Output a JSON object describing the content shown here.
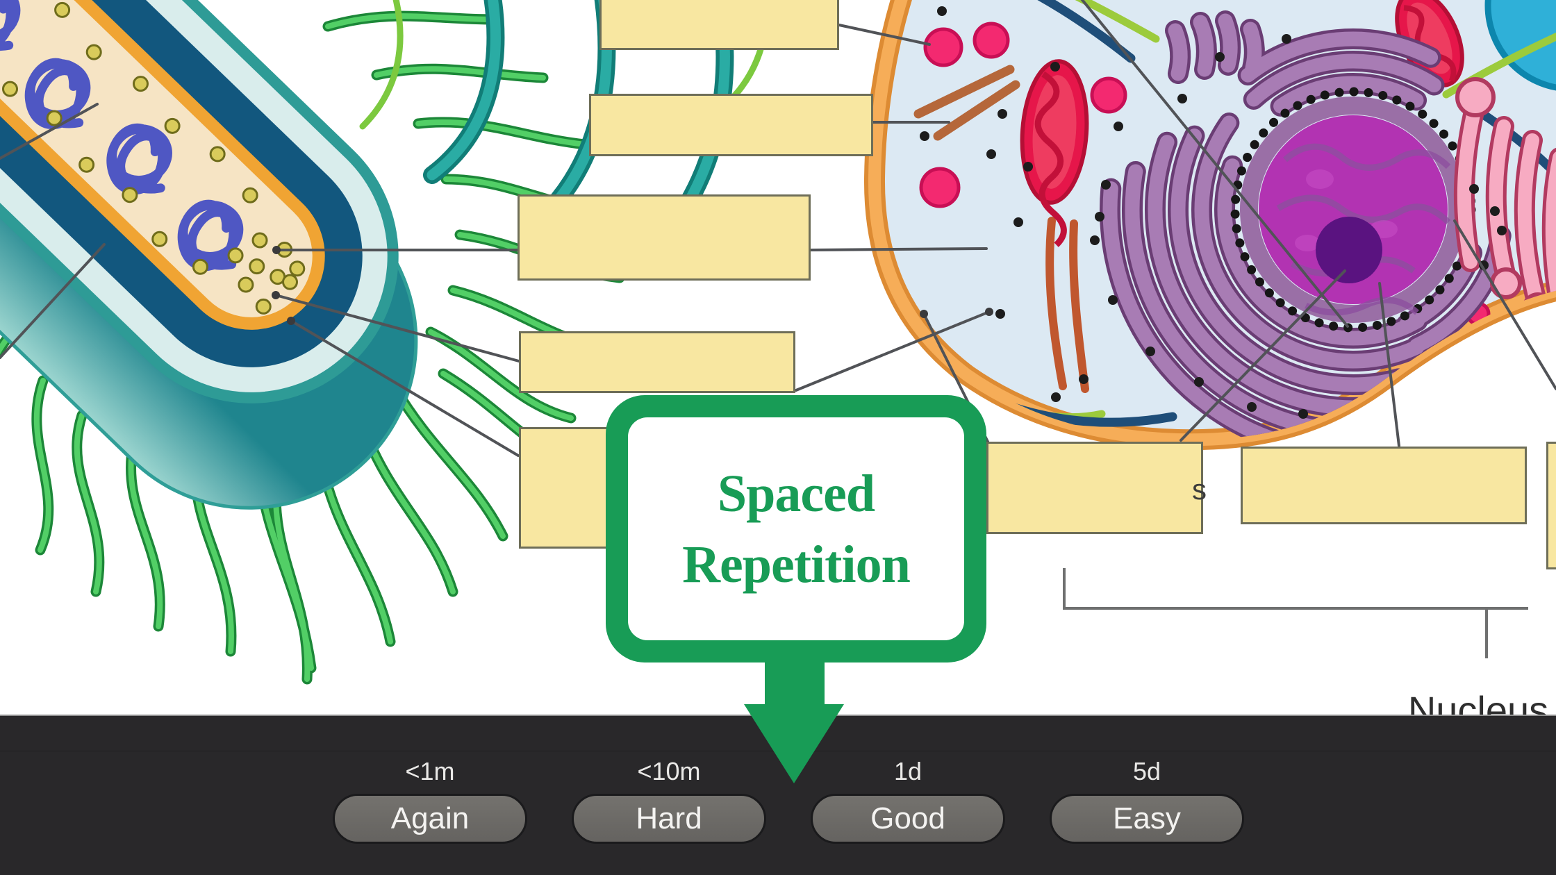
{
  "review_overlay": {
    "title_line1": "Spaced",
    "title_line2": "Repetition"
  },
  "diagram": {
    "visible_answer_label": "Nucleus",
    "peeking_letter": "s",
    "blank_label_box_count": 8
  },
  "answer_bar": {
    "options": [
      {
        "interval": "<1m",
        "label": "Again"
      },
      {
        "interval": "<10m",
        "label": "Hard"
      },
      {
        "interval": "1d",
        "label": "Good"
      },
      {
        "interval": "5d",
        "label": "Easy"
      }
    ]
  },
  "colors": {
    "badge_green": "#189c56",
    "label_box_fill": "#f8e7a1",
    "label_box_border": "#6e6e58",
    "answer_bar_bg": "#29282a",
    "button_fill": "#6d6b66",
    "membrane_orange": "#f4a851",
    "nucleus_purple": "#b233b2",
    "bacterium_teal": "#2e9b96",
    "flagella_green": "#45c95c"
  }
}
